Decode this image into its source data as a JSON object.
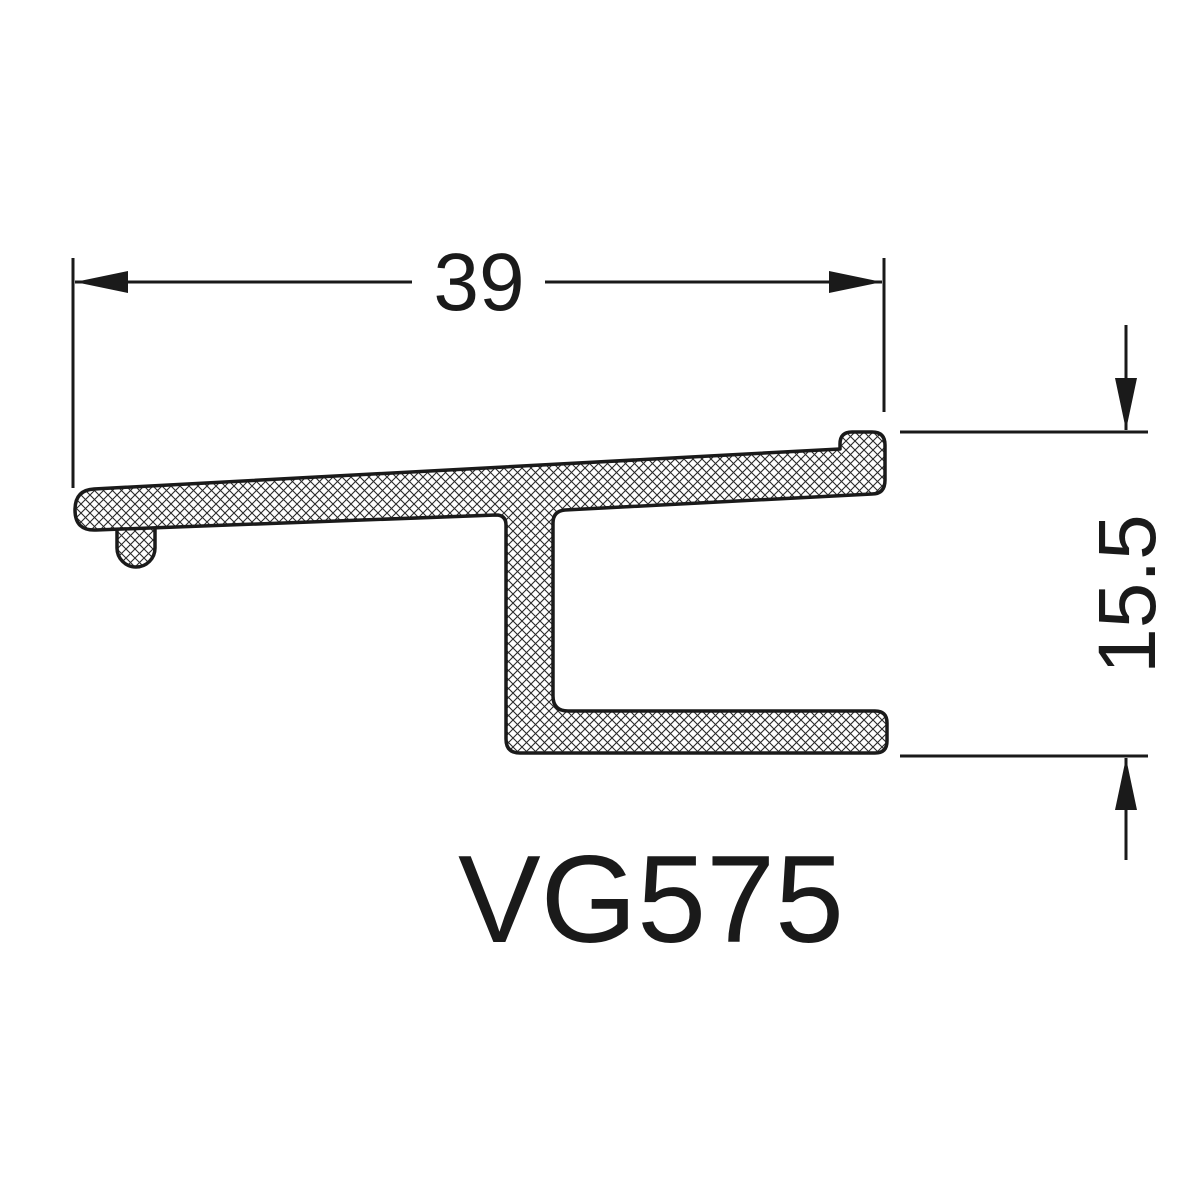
{
  "part_code": "VG575",
  "dimensions": {
    "width": "39",
    "height": "15.5"
  }
}
